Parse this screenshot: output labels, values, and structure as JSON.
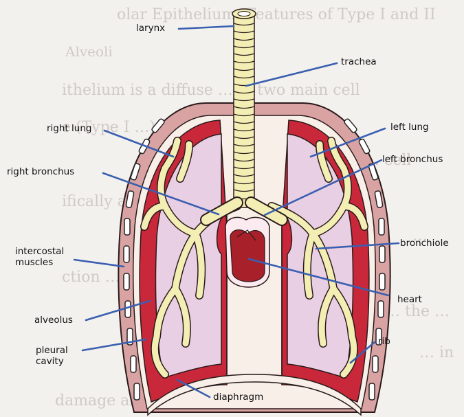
{
  "background": {
    "heading": "olar Epithelium: Features of Type I and II",
    "heading_sub": "Alveoli",
    "lines": [
      "ithelium is a diffuse … of two main cell",
      "e (Type I …) … cells",
      "… cell",
      "ifically and … mucous …",
      "…",
      "ction … to",
      "… the …",
      "… in",
      "damage and … of the cells"
    ]
  },
  "labels": {
    "larynx": "larynx",
    "trachea": "trachea",
    "right_lung": "right lung",
    "left_lung": "left lung",
    "right_bronchus": "right bronchus",
    "left_bronchus": "left bronchus",
    "intercostal_1": "intercostal",
    "intercostal_2": "muscles",
    "bronchiole": "bronchiole",
    "heart": "heart",
    "alveolus": "alveolus",
    "pleural_1": "pleural",
    "pleural_2": "cavity",
    "rib": "rib",
    "diaphragm": "diaphragm"
  },
  "colors": {
    "leader_line": "#3a5fb0",
    "pleura_red": "#c9283a",
    "lung_tissue": "#e9cfe3",
    "airway": "#f2eeb4",
    "chest_wall": "#d9a3a3",
    "heart": "#a8202a"
  }
}
